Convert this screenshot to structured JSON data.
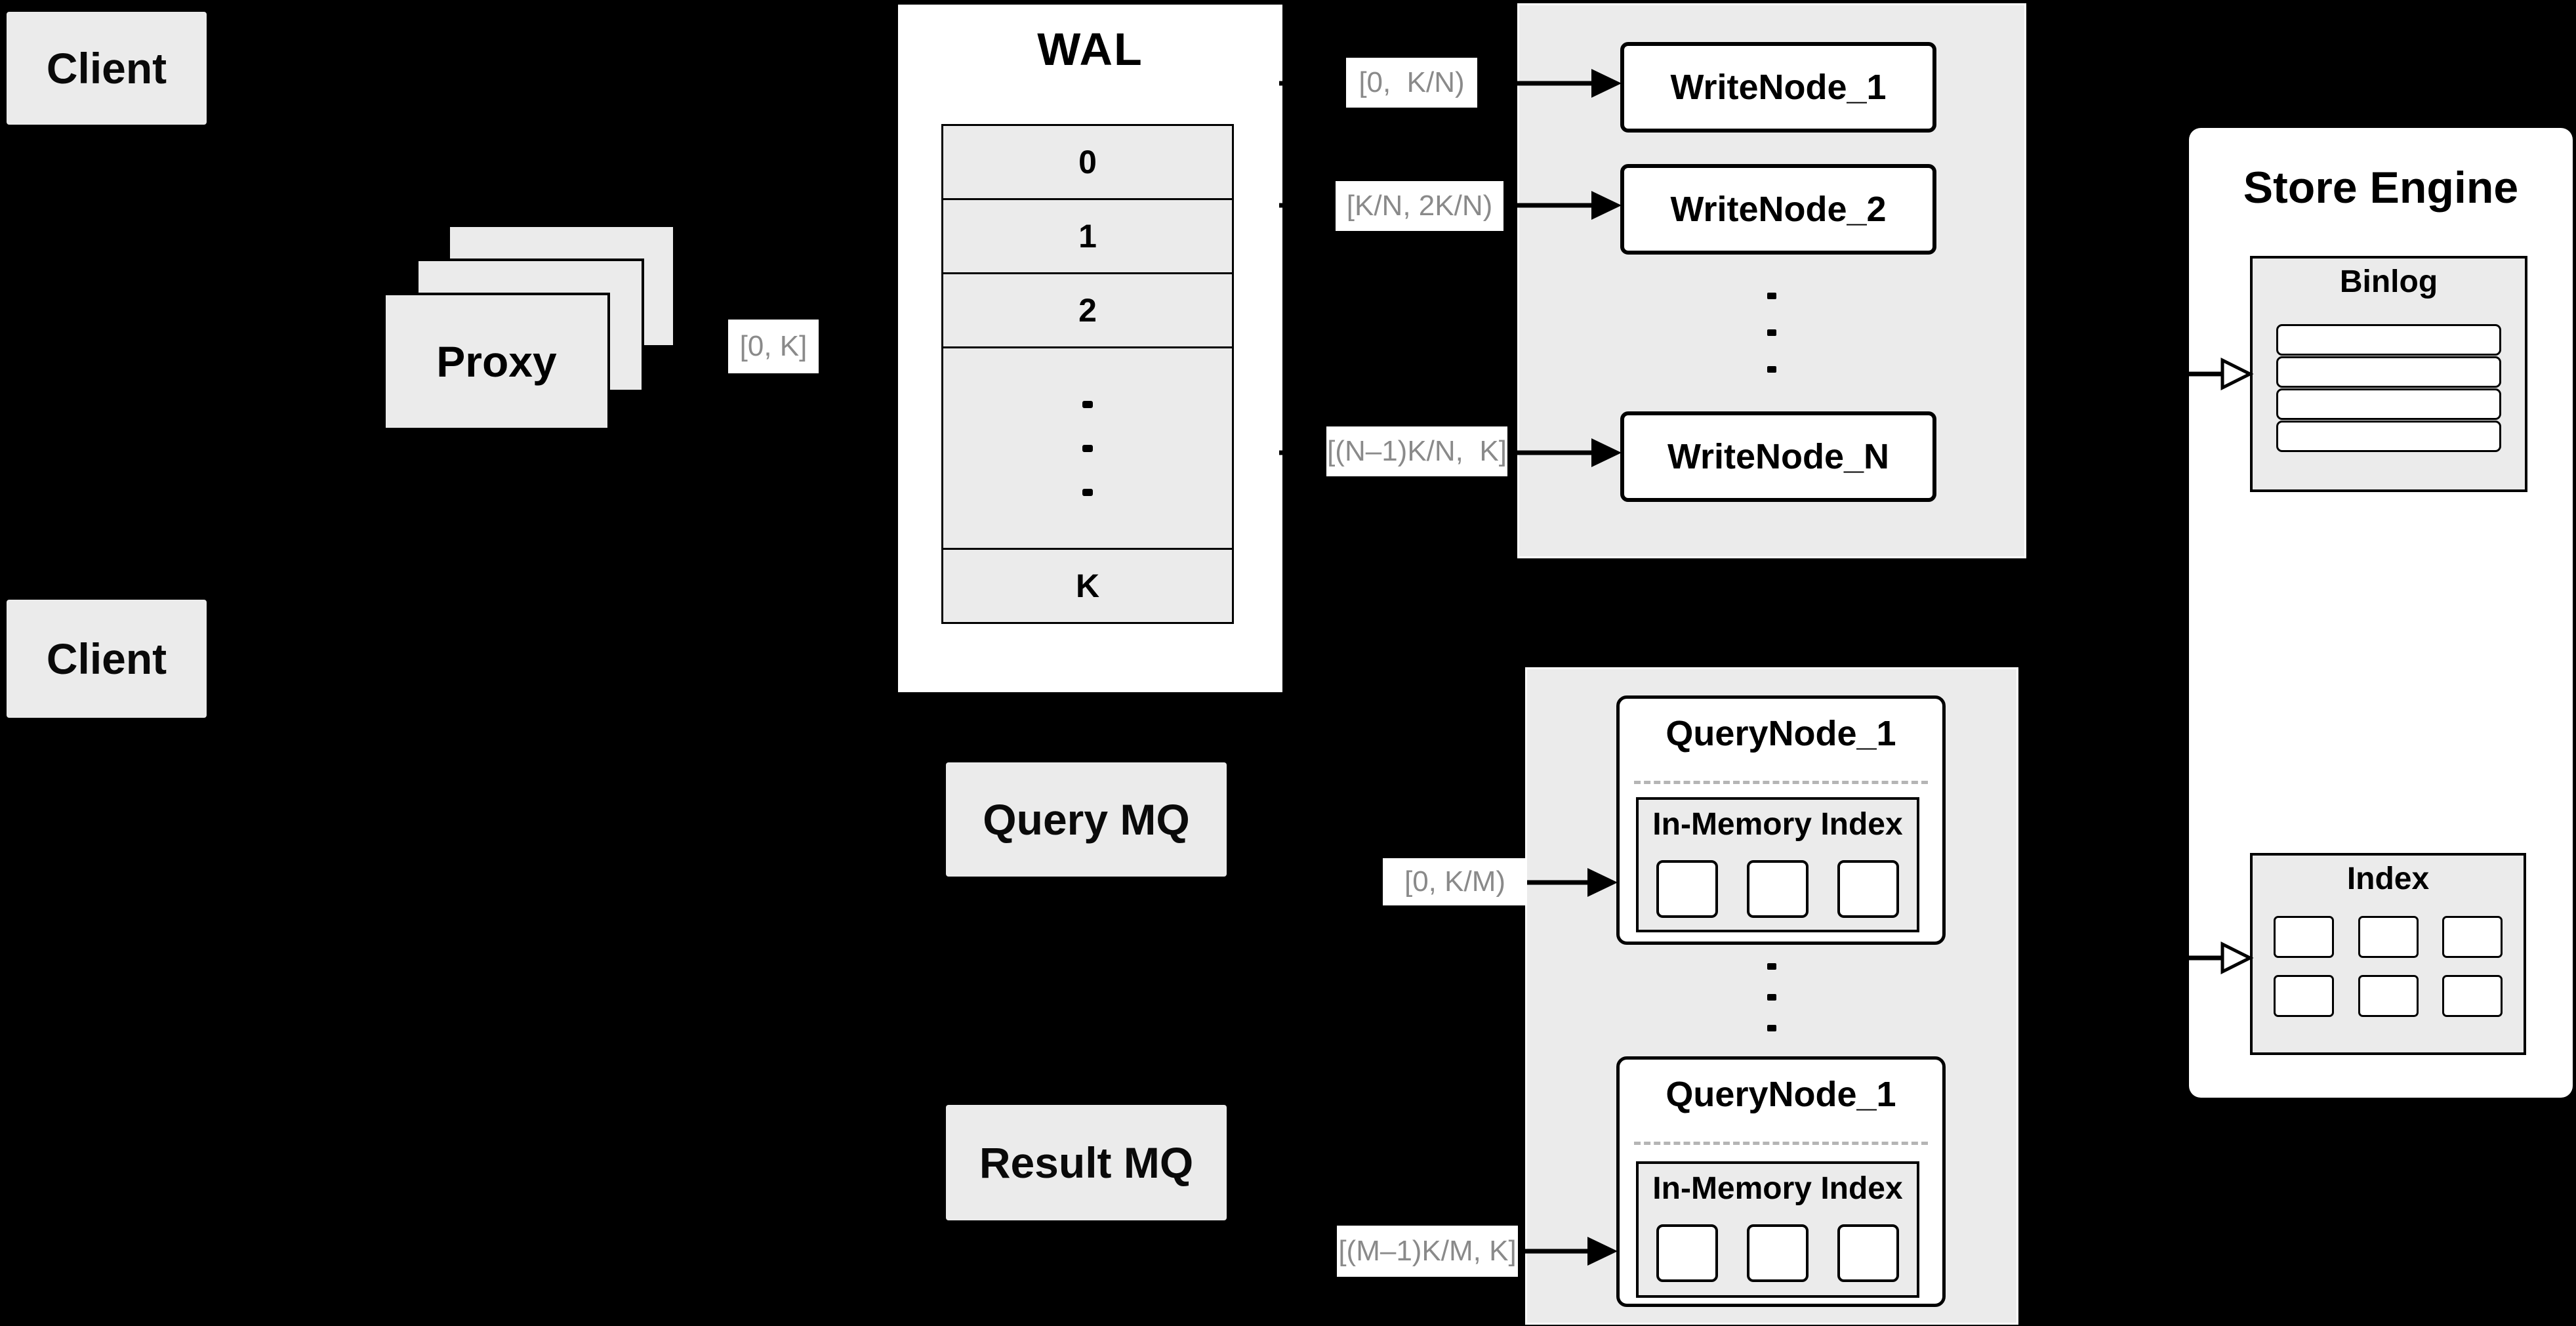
{
  "colors": {
    "background": "#000000",
    "panel_gray": "#ebebeb",
    "box_white": "#ffffff",
    "line_black": "#000000",
    "range_label_gray": "#8a8a8a"
  },
  "clients": {
    "top": "Client",
    "bottom": "Client"
  },
  "proxy": {
    "label": "Proxy",
    "range": "[0, K]"
  },
  "wal": {
    "title": "WAL",
    "segments": [
      "0",
      "1",
      "2"
    ],
    "last_segment": "K"
  },
  "write_layer": {
    "nodes": [
      {
        "range": "[0,  K/N)",
        "label": "WriteNode_1"
      },
      {
        "range": "[K/N, 2K/N)",
        "label": "WriteNode_2"
      },
      {
        "range": "[(N–1)K/N,  K]",
        "label": "WriteNode_N"
      }
    ]
  },
  "query_layer": {
    "query_mq": "Query MQ",
    "result_mq": "Result MQ",
    "nodes": [
      {
        "label": "QueryNode_1",
        "index_title": "In-Memory Index",
        "range": "[0, K/M)"
      },
      {
        "label": "QueryNode_1",
        "index_title": "In-Memory Index",
        "range": "[(M–1)K/M, K]"
      }
    ]
  },
  "store_engine": {
    "title": "Store Engine",
    "binlog_title": "Binlog",
    "index_title": "Index"
  }
}
